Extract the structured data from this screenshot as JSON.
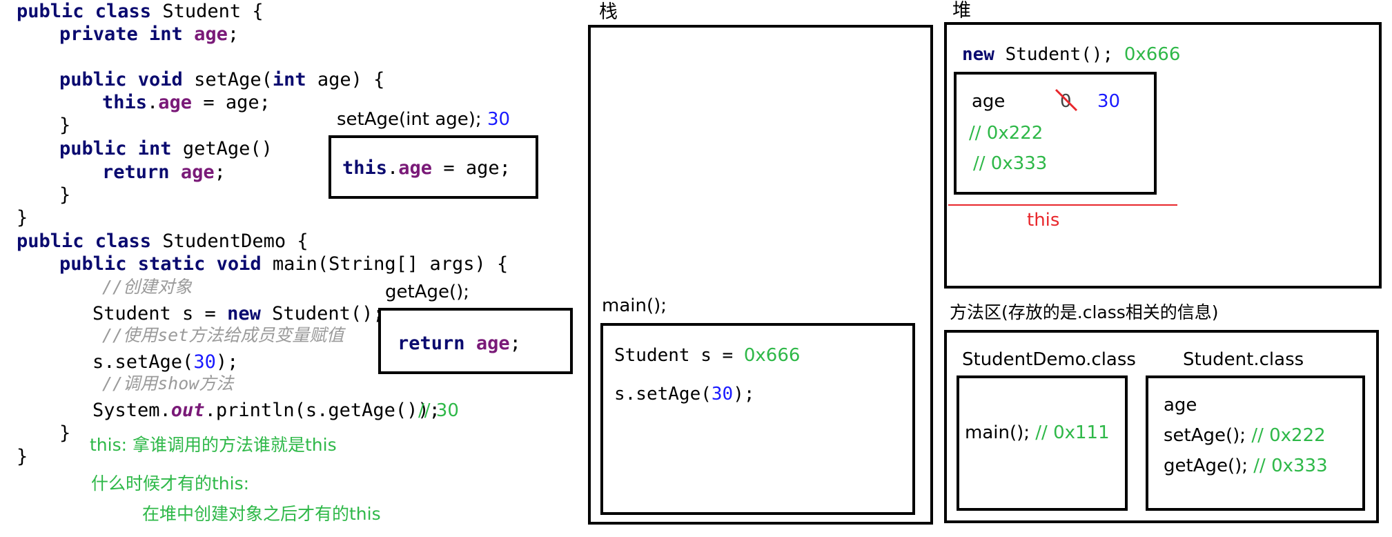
{
  "code": {
    "l1_a": "public class",
    "l1_b": " Student {",
    "l2_a": "private int",
    "l2_b": " age",
    "l2_c": ";",
    "l3_a": "public void",
    "l3_b": " setAge(",
    "l3_c": "int",
    "l3_d": " age) {",
    "l4_a": "this",
    "l4_b": ".",
    "l4_c": "age",
    "l4_d": " = age;",
    "l5": "}",
    "l6_a": "public int",
    "l6_b": " getAge()",
    "l7_a": "return",
    "l7_b": "age",
    "l7_c": ";",
    "l8": "}",
    "l9": "}",
    "l10_a": "public class",
    "l10_b": " StudentDemo {",
    "l11_a": "public static void",
    "l11_b": " main(String[] args) {",
    "l12": "//创建对象",
    "l13_a": "Student s = ",
    "l13_b": "new",
    "l13_c": " Student();",
    "l14": "//使用set方法给成员变量赋值",
    "l15_a": "s.setAge(",
    "l15_b": "30",
    "l15_c": ");",
    "l16": "//调用show方法",
    "l17_a": "System.",
    "l17_b": "out",
    "l17_c": ".println(s.getAge());",
    "l17_d": "// 30",
    "l18": "}",
    "l19": "}"
  },
  "notes": {
    "this_who": "this: 拿谁调用的方法谁就是this",
    "when": "什么时候才有的this:",
    "after": "在堆中创建对象之后才有的this"
  },
  "setage_frame": {
    "label_a": "setAge(int age);",
    "label_b": "30",
    "code_a": "this",
    "code_b": ".",
    "code_c": "age",
    "code_d": " = age;"
  },
  "getage_frame": {
    "label": "getAge();",
    "code_a": "return",
    "code_b": "age",
    "code_c": ";"
  },
  "stack": {
    "title": "栈",
    "main_label": "main();",
    "line1_a": "Student s = ",
    "line1_b": "0x666",
    "line2_a": "s.setAge(",
    "line2_b": "30",
    "line2_c": ");"
  },
  "heap": {
    "title": "堆",
    "new_a": "new",
    "new_b": " Student();",
    "new_c": "0x666",
    "age_label": "age",
    "age_old": "0",
    "age_new": "30",
    "ref1": "// 0x222",
    "ref2": "// 0x333",
    "this_label": "this"
  },
  "method_area": {
    "title": "方法区(存放的是.class相关的信息)",
    "demo_class": "StudentDemo.class",
    "student_class": "Student.class",
    "main_a": "main();",
    "main_b": "// 0x111",
    "age": "age",
    "setage_a": "setAge();",
    "setage_b": "// 0x222",
    "getage_a": "getAge();",
    "getage_b": "// 0x333"
  },
  "colors": {
    "green": "#2eb848",
    "red": "#e8262b",
    "blue": "#1a1aff",
    "purple": "#7a1a78",
    "navy": "#0a0a6f"
  }
}
